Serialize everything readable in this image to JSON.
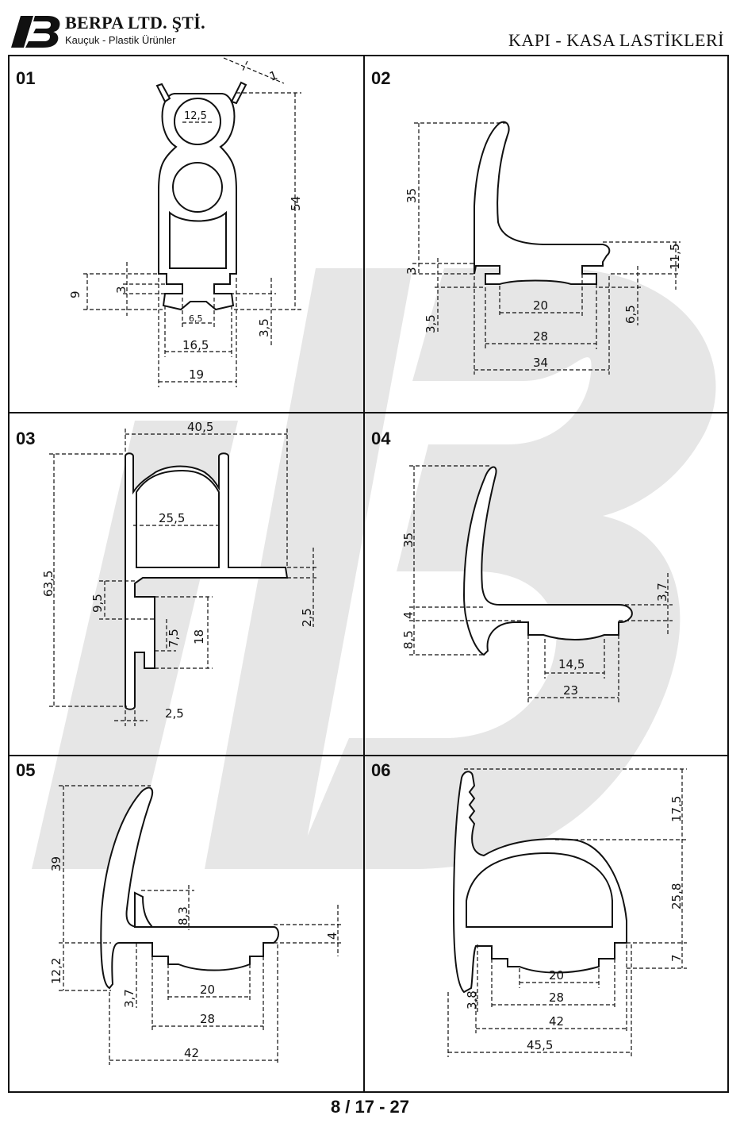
{
  "header": {
    "company": "BERPA LTD. ŞTİ.",
    "tagline": "Kauçuk - Plastik Ürünler",
    "title": "KAPI - KASA LASTİKLERİ"
  },
  "panels": [
    {
      "number": "01",
      "dims": [
        "1",
        "12,5",
        "54",
        "9",
        "3",
        "6,5",
        "16,5",
        "3,5",
        "19"
      ]
    },
    {
      "number": "02",
      "dims": [
        "35",
        "3",
        "11,5",
        "3,5",
        "20",
        "6,5",
        "28",
        "34"
      ]
    },
    {
      "number": "03",
      "dims": [
        "40,5",
        "25,5",
        "63,5",
        "9,5",
        "2,5",
        "7,5",
        "18",
        "2,5"
      ]
    },
    {
      "number": "04",
      "dims": [
        "35",
        "3,7",
        "4",
        "8,5",
        "14,5",
        "23"
      ]
    },
    {
      "number": "05",
      "dims": [
        "39",
        "8,3",
        "4",
        "12,2",
        "3,7",
        "20",
        "28",
        "42"
      ]
    },
    {
      "number": "06",
      "dims": [
        "17,5",
        "25,8",
        "7",
        "3,8",
        "20",
        "28",
        "42",
        "45,5"
      ]
    }
  ],
  "footer": {
    "page": "8 / 17 - 27"
  },
  "colors": {
    "watermark": "#e6e6e6",
    "line": "#111111"
  }
}
